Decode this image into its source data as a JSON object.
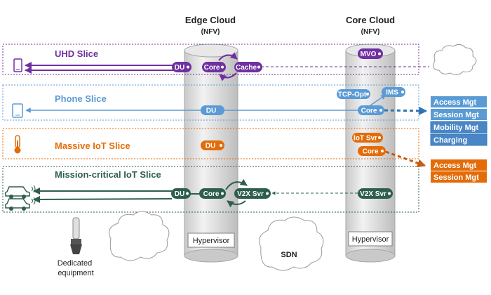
{
  "headers": {
    "edge_title": "Edge Cloud",
    "edge_sub": "(NFV)",
    "core_title": "Core Cloud",
    "core_sub": "(NFV)"
  },
  "slices": {
    "uhd": {
      "label": "UHD Slice",
      "color": "#7030a0"
    },
    "phone": {
      "label": "Phone Slice",
      "color": "#5b9bd5"
    },
    "iot": {
      "label": "Massive IoT Slice",
      "color": "#e36c09"
    },
    "mission": {
      "label": "Mission-critical IoT Slice",
      "color": "#2e5e4e"
    }
  },
  "nodes": {
    "uhd_du": "DU",
    "uhd_core": "Core",
    "uhd_cache": "Cache",
    "uhd_mvo": "MVO",
    "phone_du": "DU",
    "phone_tcp": "TCP-Opt",
    "phone_ims": "IMS",
    "phone_core": "Core",
    "iot_du": "DU",
    "iot_svr": "IoT Svr",
    "iot_core": "Core",
    "mc_du": "DU",
    "mc_core": "Core",
    "mc_v2x_edge": "V2X Svr",
    "mc_v2x_core": "V2X Svr"
  },
  "blue_boxes": [
    "Access Mgt",
    "Session Mgt",
    "Mobility Mgt",
    "Charging"
  ],
  "orange_boxes": [
    "Access Mgt",
    "Session Mgt"
  ],
  "infra": {
    "hypervisor_edge": "Hypervisor",
    "hypervisor_core": "Hypervisor",
    "sdn": "SDN",
    "dedicated": "Dedicated equipment"
  },
  "icons": {
    "uhd_device": "smartphone-icon",
    "phone_device": "phone-icon",
    "iot_device": "thermometer-icon",
    "car_device": "car-icon",
    "dedicated_device": "antenna-equipment-icon",
    "cloud": "cloud-icon"
  }
}
